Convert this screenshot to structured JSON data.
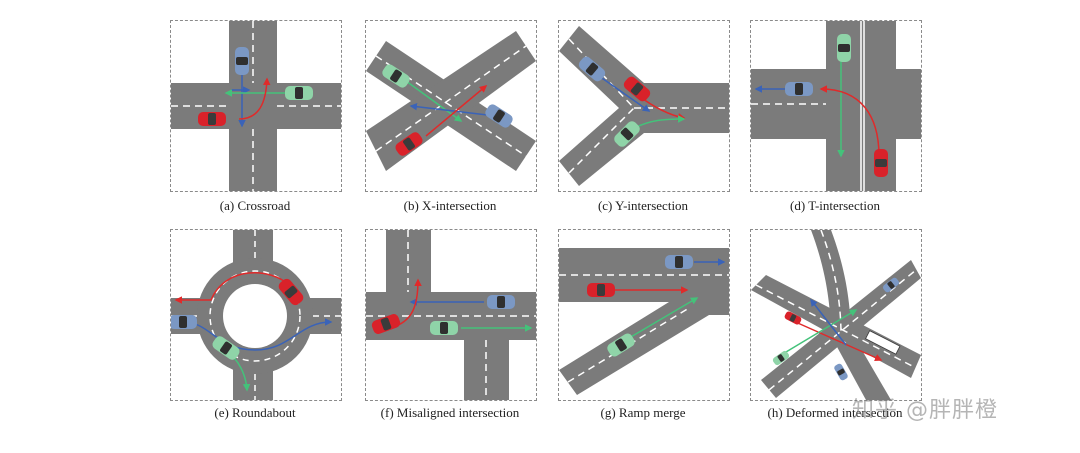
{
  "figure": {
    "panels": [
      {
        "id": "a",
        "caption": "(a) Crossroad"
      },
      {
        "id": "b",
        "caption": "(b) X-intersection"
      },
      {
        "id": "c",
        "caption": "(c) Y-intersection"
      },
      {
        "id": "d",
        "caption": "(d) T-intersection"
      },
      {
        "id": "e",
        "caption": "(e) Roundabout"
      },
      {
        "id": "f",
        "caption": "(f) Misaligned intersection"
      },
      {
        "id": "g",
        "caption": "(g) Ramp merge"
      },
      {
        "id": "h",
        "caption": "(h) Deformed intersection"
      }
    ]
  },
  "watermark": {
    "text": "知乎 @胖胖橙"
  },
  "colors": {
    "road": "#7b7b7b",
    "lane_marking": "#ffffff",
    "car_red": "#d9222a",
    "car_blue": "#7b98c4",
    "car_green": "#8fd4a8",
    "arrow_red": "#e02a2a",
    "arrow_blue": "#3a63b8",
    "arrow_green": "#44c27a"
  }
}
